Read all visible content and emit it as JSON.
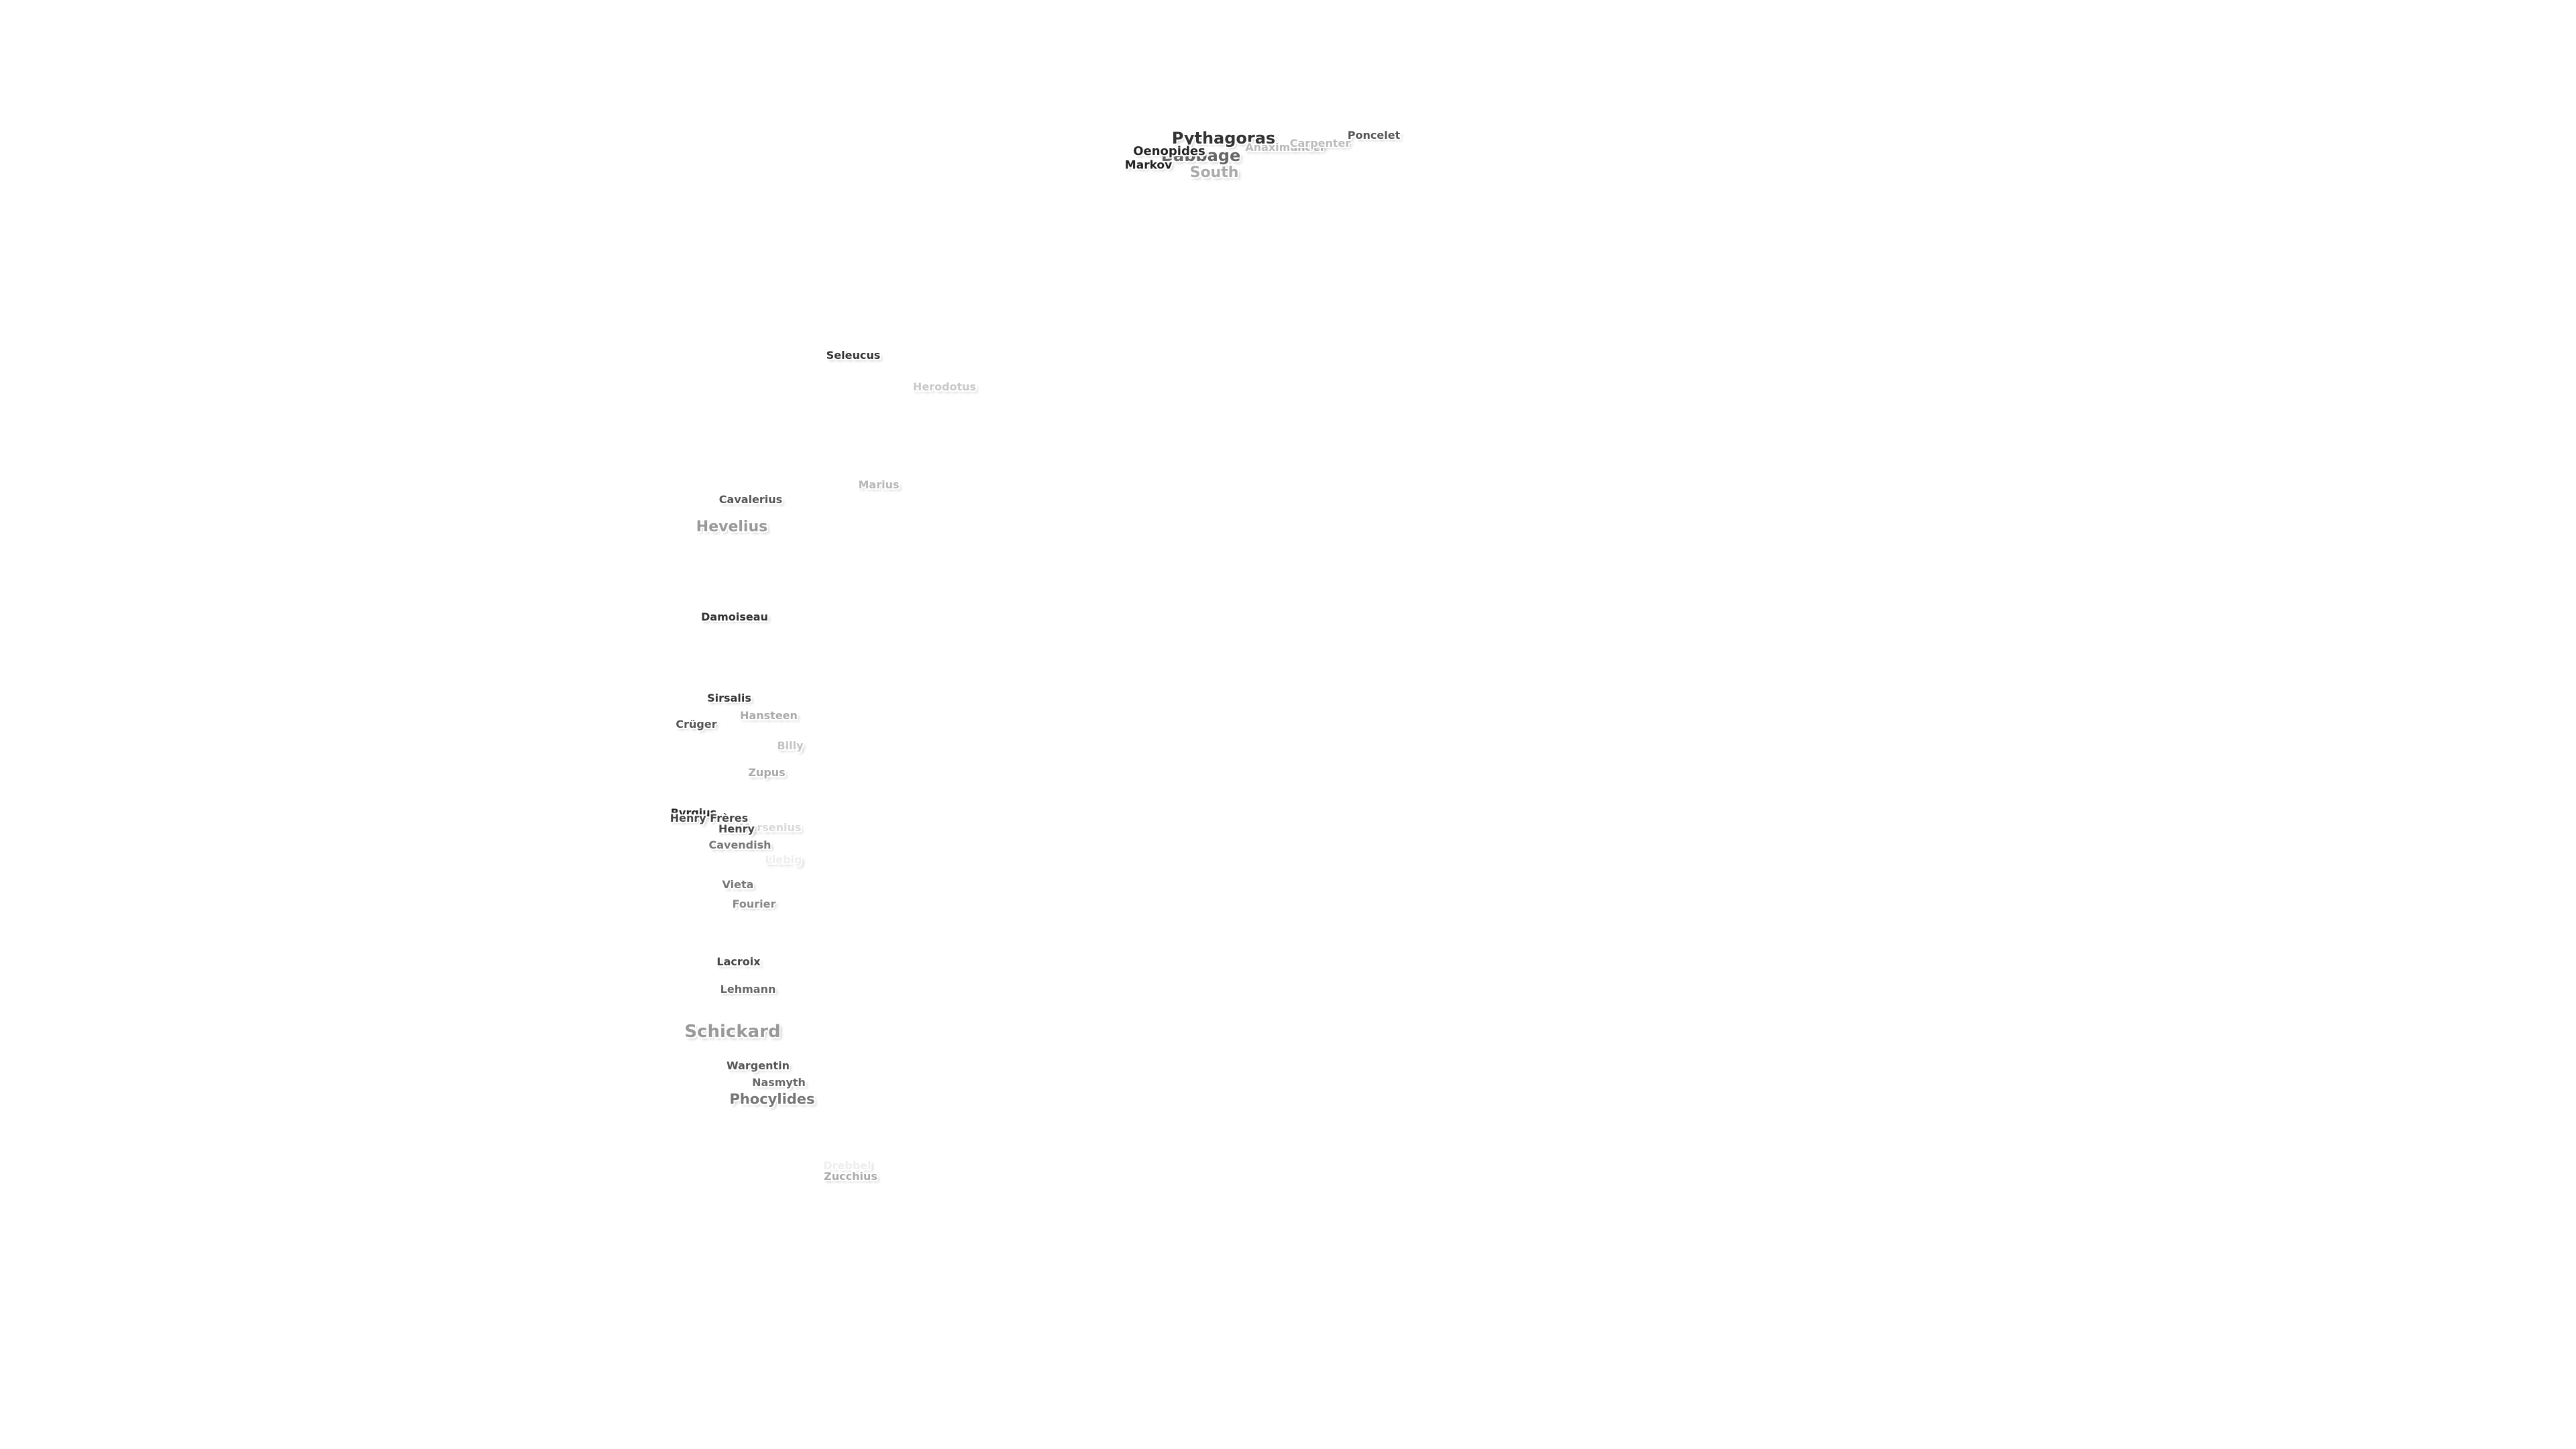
{
  "map": {
    "labels": [
      {
        "name": "Pythagoras",
        "color": "#333333"
      },
      {
        "name": "Babbage",
        "color": "#666666"
      },
      {
        "name": "Oenopides",
        "color": "#222222"
      },
      {
        "name": "Markov",
        "color": "#222222"
      },
      {
        "name": "South",
        "color": "#aaaaaa"
      },
      {
        "name": "Anaximander",
        "color": "#bbbbbb"
      },
      {
        "name": "Carpenter",
        "color": "#bbbbbb"
      },
      {
        "name": "Poncelet",
        "color": "#555555"
      },
      {
        "name": "Seleucus",
        "color": "#333333"
      },
      {
        "name": "Herodotus",
        "color": "#c8c8c8"
      },
      {
        "name": "Marius",
        "color": "#b8b8b8"
      },
      {
        "name": "Cavalerius",
        "color": "#555555"
      },
      {
        "name": "Hevelius",
        "color": "#999999"
      },
      {
        "name": "Damoiseau",
        "color": "#333333"
      },
      {
        "name": "Sirsalis",
        "color": "#333333"
      },
      {
        "name": "Crüger",
        "color": "#555555"
      },
      {
        "name": "Hansteen",
        "color": "#aaaaaa"
      },
      {
        "name": "Billy",
        "color": "#c4c4c4"
      },
      {
        "name": "Zupus",
        "color": "#a8a8a8"
      },
      {
        "name": "Byrgius",
        "color": "#222222"
      },
      {
        "name": "Henry Frères",
        "color": "#444444"
      },
      {
        "name": "Mersenius",
        "color": "#d8d8d8"
      },
      {
        "name": "Henry",
        "color": "#444444"
      },
      {
        "name": "Cavendish",
        "color": "#777777"
      },
      {
        "name": "Liebig",
        "color": "#eeeeee"
      },
      {
        "name": "Vieta",
        "color": "#777777"
      },
      {
        "name": "Fourier",
        "color": "#888888"
      },
      {
        "name": "Lacroix",
        "color": "#444444"
      },
      {
        "name": "Lehmann",
        "color": "#666666"
      },
      {
        "name": "Schickard",
        "color": "#999999"
      },
      {
        "name": "Wargentin",
        "color": "#555555"
      },
      {
        "name": "Nasmyth",
        "color": "#666666"
      },
      {
        "name": "Phocylides",
        "color": "#777777"
      },
      {
        "name": "Drebbel",
        "color": "#eeeeee"
      },
      {
        "name": "Zucchius",
        "color": "#aaaaaa"
      }
    ]
  }
}
